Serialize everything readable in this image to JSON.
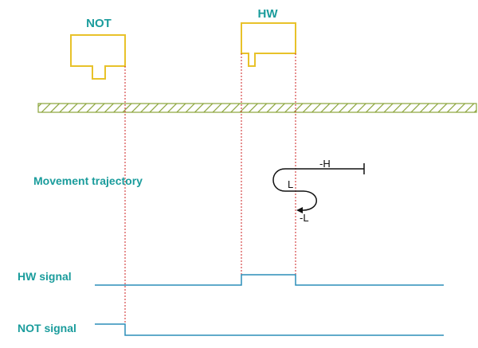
{
  "switches": {
    "not_label": "NOT",
    "hw_label": "HW"
  },
  "trajectory": {
    "title": "Movement trajectory",
    "speed_high": "-H",
    "speed_low": "L",
    "speed_low_neg": "-L"
  },
  "signals": {
    "hw_label": "HW signal",
    "not_label": "NOT signal"
  },
  "colors": {
    "label_teal": "#1a9c9c",
    "switch_yellow": "#e8c22a",
    "rail_green": "#8aa33a",
    "guide_red": "#cc2222",
    "signal_blue": "#2b8db8",
    "trajectory_black": "#111111"
  }
}
